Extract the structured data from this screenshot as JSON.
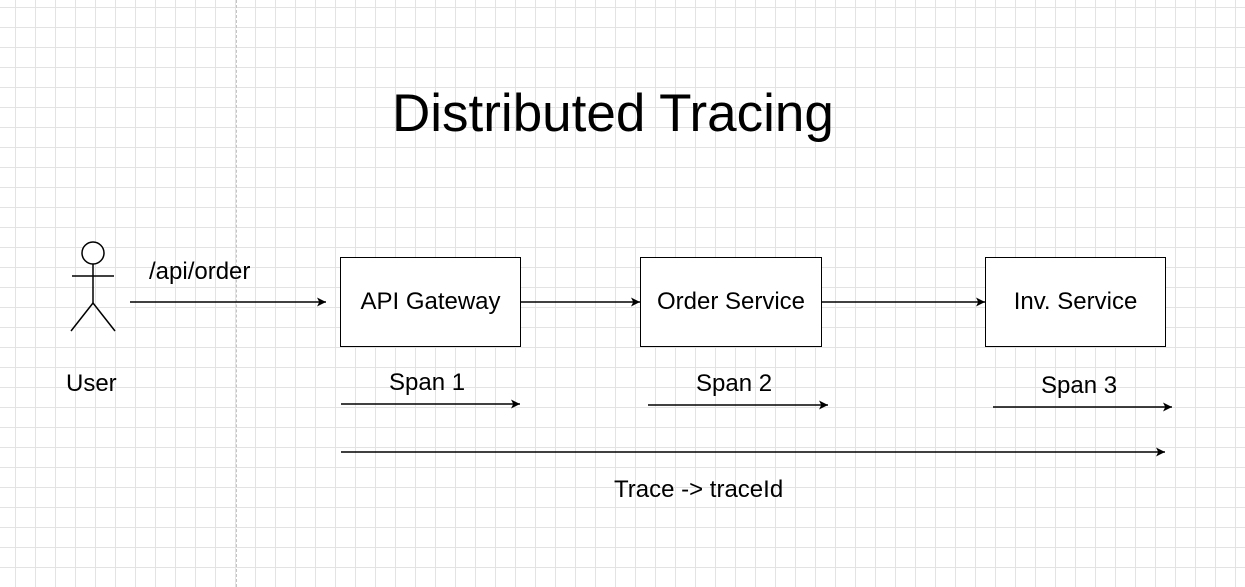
{
  "diagram": {
    "title": "Distributed Tracing",
    "actor": {
      "name": "User",
      "icon": "stick-figure-icon"
    },
    "request_label": "/api/order",
    "services": [
      {
        "name": "API Gateway",
        "span": "Span 1"
      },
      {
        "name": "Order Service",
        "span": "Span 2"
      },
      {
        "name": "Inv. Service",
        "span": "Span 3"
      }
    ],
    "trace_label": "Trace -> traceId",
    "colors": {
      "stroke": "#000000",
      "grid": "#e3e3e3",
      "background": "#ffffff"
    }
  }
}
